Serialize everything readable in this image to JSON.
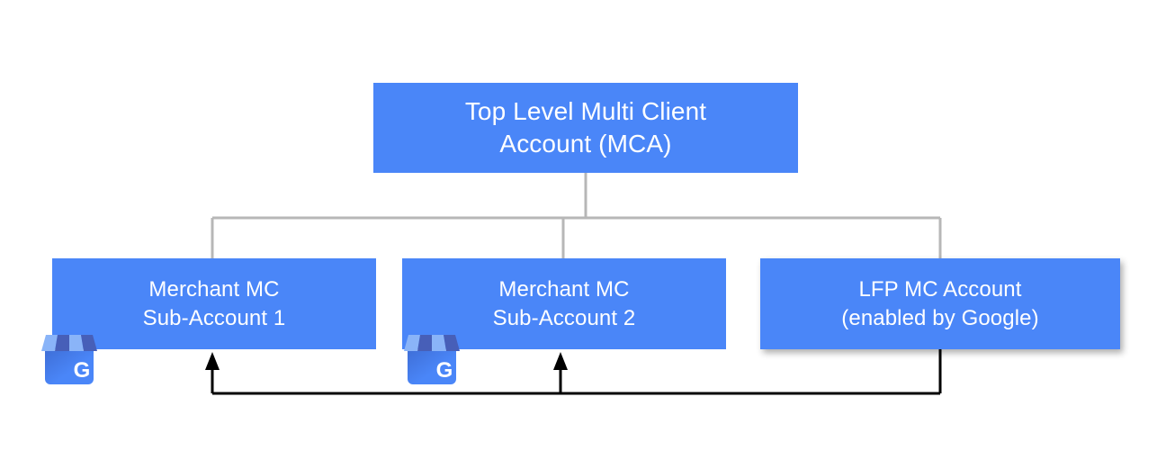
{
  "diagram": {
    "title_text_color": "#ffffff",
    "node_fill": "#4a86f8",
    "tree_line_color": "#b7b7b7",
    "arrow_line_color": "#000000",
    "nodes": {
      "mca": {
        "label": "Top Level Multi Client\nAccount (MCA)"
      },
      "sub1": {
        "label": "Merchant MC\nSub-Account 1"
      },
      "sub2": {
        "label": "Merchant MC\nSub-Account 2"
      },
      "lfp": {
        "label": "LFP MC Account\n(enabled by Google)"
      }
    },
    "icons": {
      "storefront_1": "google-business-profile-storefront-icon",
      "storefront_2": "google-business-profile-storefront-icon",
      "storefront_letter": "G"
    }
  }
}
